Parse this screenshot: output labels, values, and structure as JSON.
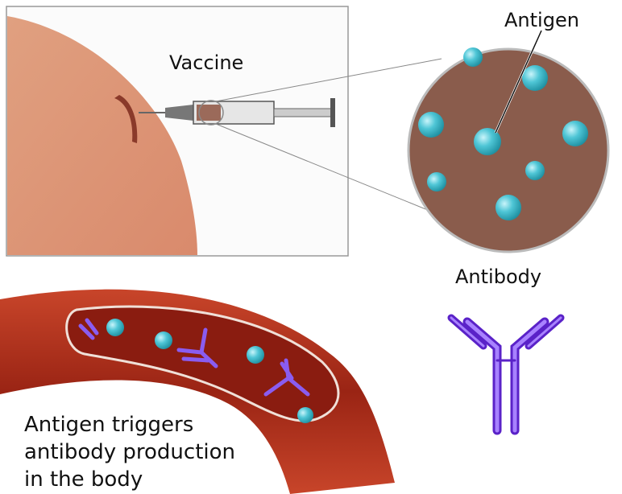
{
  "labels": {
    "vaccine": "Vaccine",
    "antigen": "Antigen",
    "antibody": "Antibody",
    "caption": [
      "Antigen triggers",
      "antibody production",
      "in the body"
    ]
  },
  "colors": {
    "skin": "#e8a183",
    "antigen_bg": "#8a5c4c",
    "antigen": "#4fc6d6",
    "vessel": "#b0321e",
    "antibody": "#7a3fe0"
  }
}
